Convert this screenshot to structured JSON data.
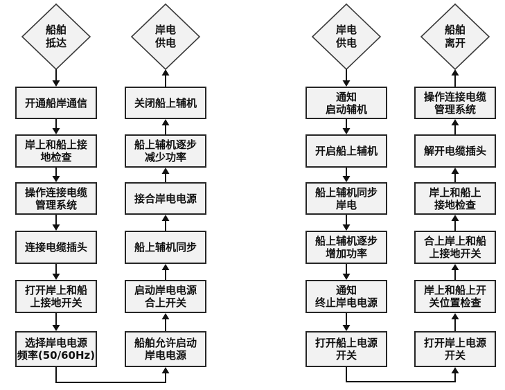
{
  "flowchart": {
    "background_color": "#ffffff",
    "node_fill_color": "#f2f2f2",
    "node_border_color": "#262626",
    "arrow_color": "#111111",
    "columns": [
      {
        "terminal": "船舶\n抵达",
        "flow_direction": "down",
        "steps": [
          "开通船岸通信",
          "岸上和船上接\n地检查",
          "操作连接电缆\n管理系统",
          "连接电缆插头",
          "打开岸上和船\n上接地开关",
          "选择岸电电源\n频率(50/60Hz)"
        ]
      },
      {
        "terminal": "岸电\n供电",
        "flow_direction": "up",
        "steps": [
          "关闭船上辅机",
          "船上辅机逐步\n减少功率",
          "接合岸电电源",
          "船上辅机同步",
          "启动岸电电源\n合上开关",
          "船舶允许启动\n岸电电源"
        ]
      },
      {
        "terminal": "岸电\n供电",
        "flow_direction": "down",
        "steps": [
          "通知\n启动辅机",
          "开启船上辅机",
          "船上辅机同步\n岸电",
          "船上辅机逐步\n增加功率",
          "通知\n终止岸电电源",
          "打开船上电源\n开关"
        ]
      },
      {
        "terminal": "船舶\n离开",
        "flow_direction": "up",
        "steps": [
          "操作连接电缆\n管理系统",
          "解开电缆插头",
          "岸上和船上\n接地检查",
          "合上岸上和船\n上接地开关",
          "岸上和船上开\n关位置检查",
          "打开岸上电源\n开关"
        ]
      }
    ]
  }
}
